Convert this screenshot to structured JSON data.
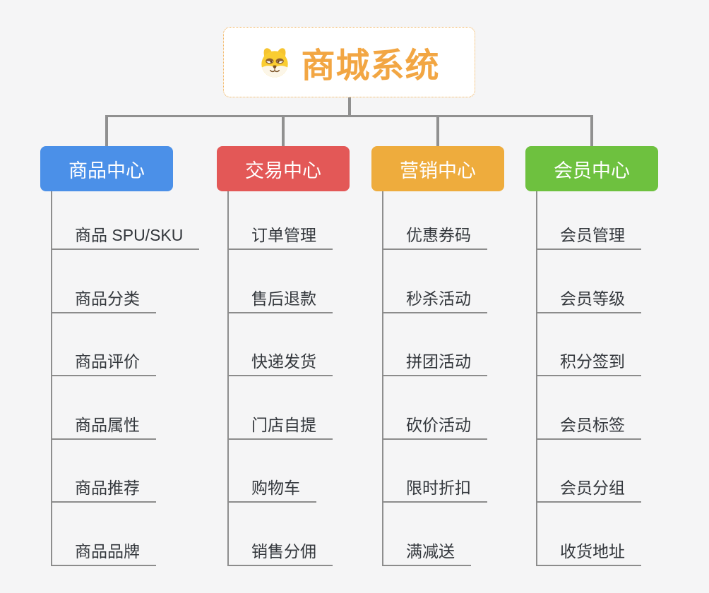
{
  "page": {
    "background": "#F5F5F6"
  },
  "root": {
    "title": "商城系统",
    "icon": "shiba-dog-icon",
    "title_color": "#F2A643",
    "border_color": "#EFAC4F"
  },
  "connector_color": "#909090",
  "branches": [
    {
      "label": "商品中心",
      "color": "#4B90E8",
      "children": [
        "商品 SPU/SKU",
        "商品分类",
        "商品评价",
        "商品属性",
        "商品推荐",
        "商品品牌"
      ]
    },
    {
      "label": "交易中心",
      "color": "#E35857",
      "children": [
        "订单管理",
        "售后退款",
        "快递发货",
        "门店自提",
        "购物车",
        "销售分佣"
      ]
    },
    {
      "label": "营销中心",
      "color": "#EEAC3D",
      "children": [
        "优惠券码",
        "秒杀活动",
        "拼团活动",
        "砍价活动",
        "限时折扣",
        "满减送"
      ]
    },
    {
      "label": "会员中心",
      "color": "#6EC13F",
      "children": [
        "会员管理",
        "会员等级",
        "积分签到",
        "会员标签",
        "会员分组",
        "收货地址"
      ]
    }
  ]
}
